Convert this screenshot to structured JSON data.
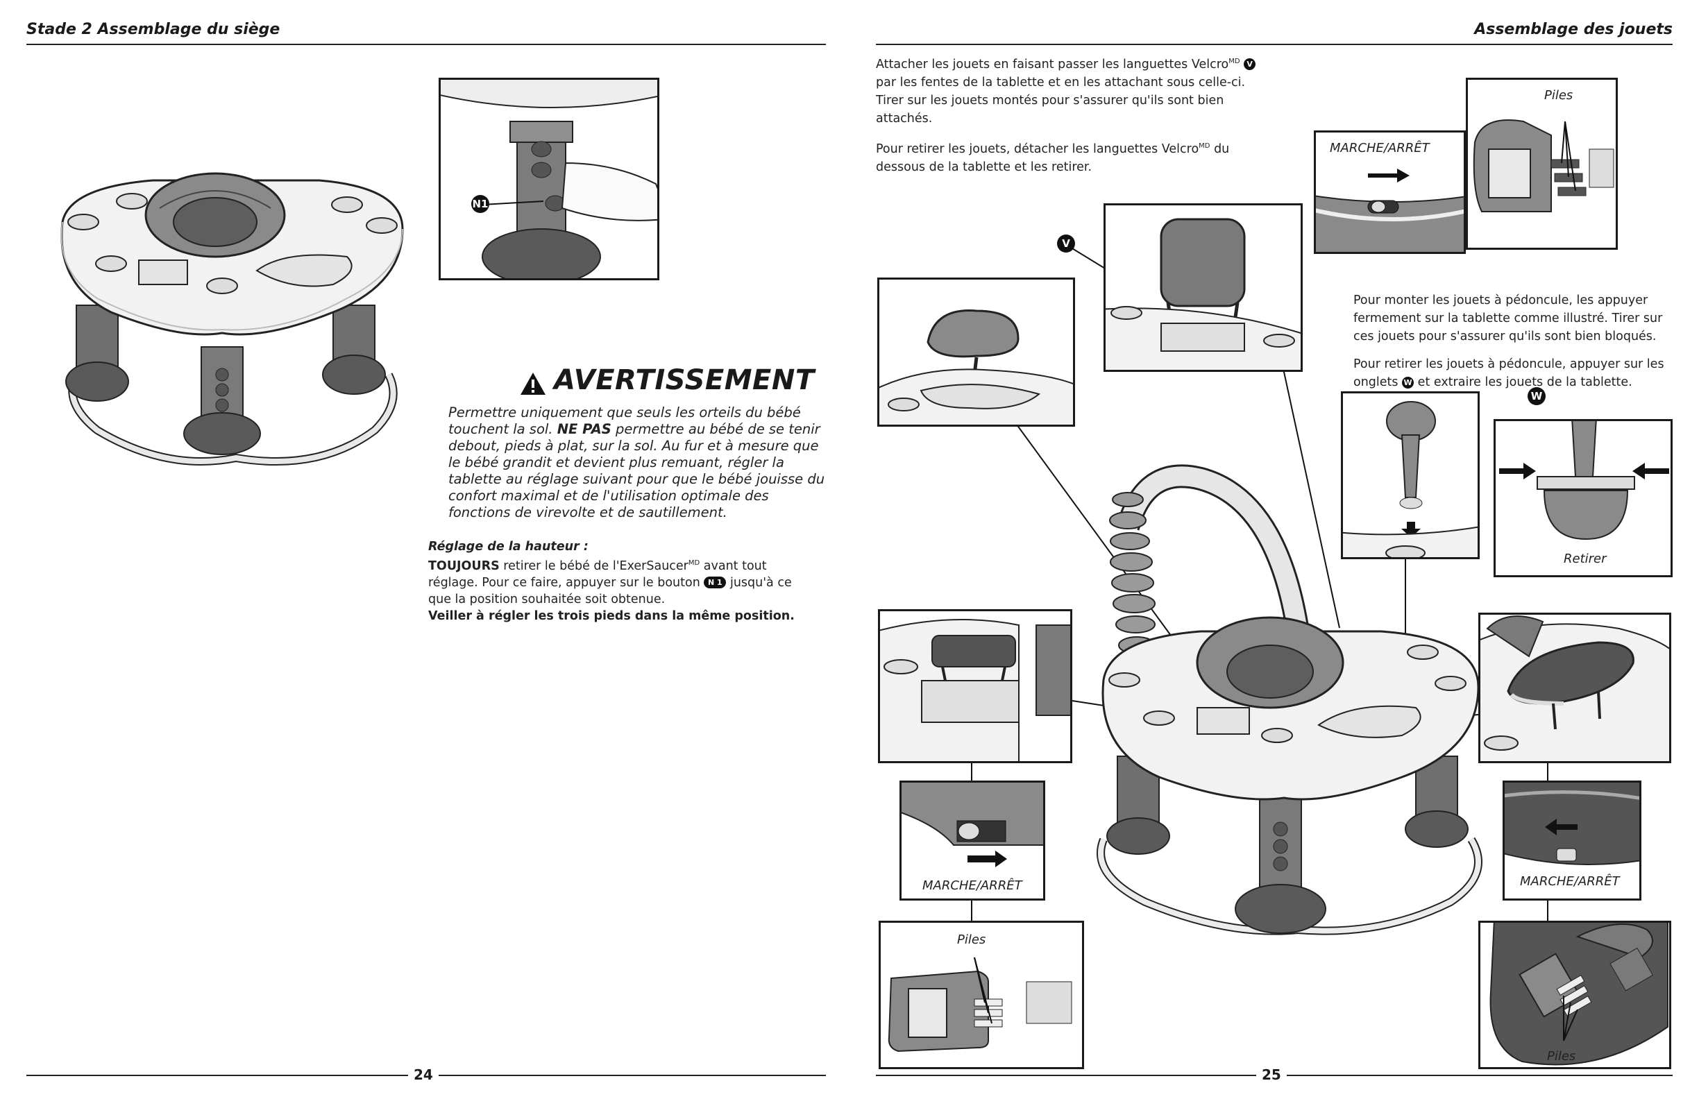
{
  "left_page": {
    "header": "Stade 2 Assemblage du siège",
    "page_number": "24",
    "callout_n1": "N1",
    "warning": {
      "title": "AVERTISSEMENT",
      "line1": "Permettre uniquement que seuls les orteils du bébé touchent la sol.",
      "emph": "NE PAS",
      "line2": "permettre au bébé de se tenir debout, pieds à plat, sur la sol. Au fur et à mesure que le bébé grandit et devient plus remuant, régler la tablette au réglage suivant pour que le bébé jouisse du confort maximal et de l'utilisation optimale des fonctions de virevolte et de sautillement."
    },
    "height_setting": {
      "title": "Réglage de la hauteur :",
      "always": "TOUJOURS",
      "text1": "retirer le bébé de l'ExerSaucer",
      "sup": "MD",
      "text2": "avant tout réglage. Pour ce faire, appuyer sur le bouton",
      "badge": "N 1",
      "text3": "jusqu'à ce que la position souhaitée soit obtenue.",
      "bold_note": "Veiller à régler les trois pieds dans la même position."
    }
  },
  "right_page": {
    "header": "Assemblage des jouets",
    "page_number": "25",
    "intro": {
      "p1_a": "Attacher les jouets en faisant passer les languettes Velcro",
      "p1_sup": "MD",
      "p1_badge": "V",
      "p1_b": "par les fentes de la tablette et en les attachant sous celle-ci. Tirer sur les jouets montés pour s'assurer qu'ils sont bien attachés.",
      "p2_a": "Pour retirer les jouets, détacher les languettes Velcro",
      "p2_sup": "MD",
      "p2_b": "du dessous de la tablette et les retirer."
    },
    "stalk": {
      "p1": "Pour monter les jouets à pédoncule, les appuyer fermement sur la tablette comme illustré. Tirer sur ces jouets pour s'assurer qu'ils sont bien bloqués.",
      "p2_a": "Pour retirer les jouets à pédoncule, appuyer sur les onglets",
      "p2_badge": "W",
      "p2_b": "et extraire les jouets de la tablette."
    },
    "callout_v": "V",
    "callout_w": "W",
    "labels": {
      "marche_top": "MARCHE/ARRÊT",
      "piles_top": "Piles",
      "retirer": "Retirer",
      "marche_left": "MARCHE/ARRÊT",
      "piles_left": "Piles",
      "marche_right": "MARCHE/ARRÊT",
      "piles_right": "Piles"
    }
  },
  "colors": {
    "dark_gray": "#5a5a5a",
    "mid_gray": "#8a8a8a",
    "light_gray": "#d6d6d6",
    "outline": "#1a1a1a"
  }
}
